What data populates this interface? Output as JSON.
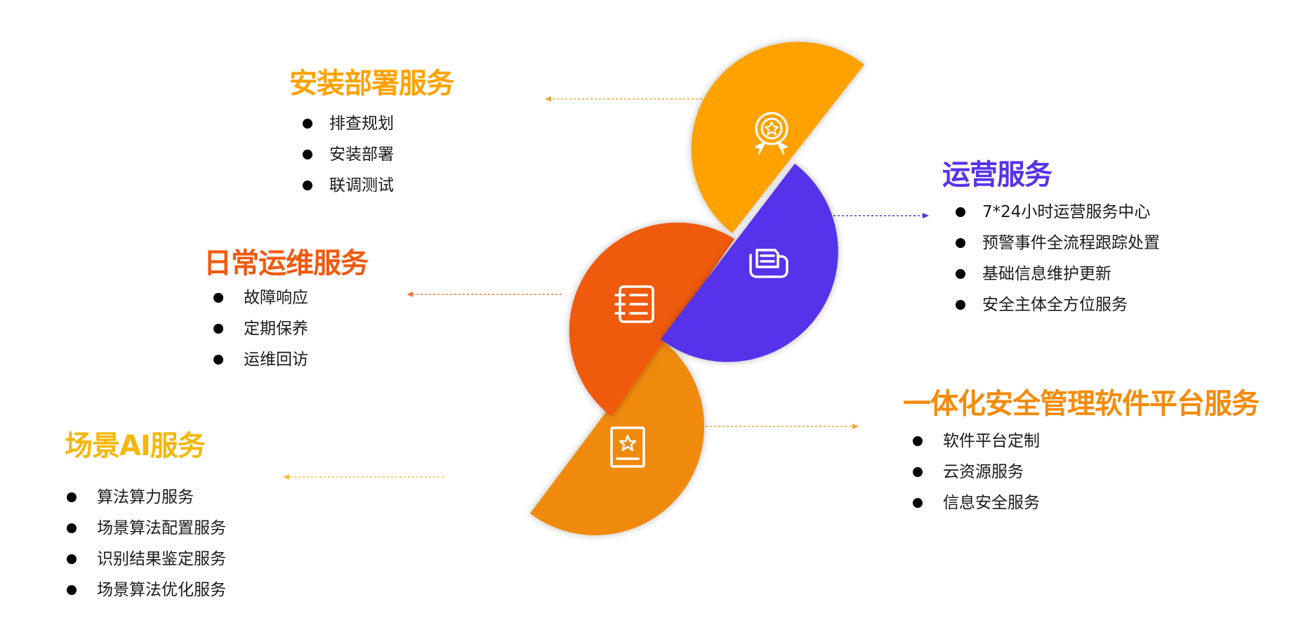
{
  "colors": {
    "install": "#FFA200",
    "operations": "#5733EA",
    "daily_maintenance": "#F05A0F",
    "scene_ai": "#F48B0A",
    "platform_title": "#F48B0A",
    "ai_title": "#F5B70C"
  },
  "icons": {
    "top": "award-medal-icon",
    "right": "printer-document-icon",
    "left": "notebook-list-icon",
    "bottom": "certificate-star-icon"
  },
  "sections": {
    "install": {
      "title": "安装部署服务",
      "items": [
        "排查规划",
        "安装部署",
        "联调测试"
      ]
    },
    "operations": {
      "title": "运营服务",
      "items": [
        "7*24小时运营服务中心",
        "预警事件全流程跟踪处置",
        "基础信息维护更新",
        "安全主体全方位服务"
      ]
    },
    "daily_maintenance": {
      "title": "日常运维服务",
      "items": [
        "故障响应",
        "定期保养",
        "运维回访"
      ]
    },
    "platform": {
      "title": "一体化安全管理软件平台服务",
      "items": [
        "软件平台定制",
        "云资源服务",
        "信息安全服务"
      ]
    },
    "scene_ai": {
      "title": "场景AI服务",
      "items": [
        "算法算力服务",
        "场景算法配置服务",
        "识别结果鉴定服务",
        "场景算法优化服务"
      ]
    }
  }
}
